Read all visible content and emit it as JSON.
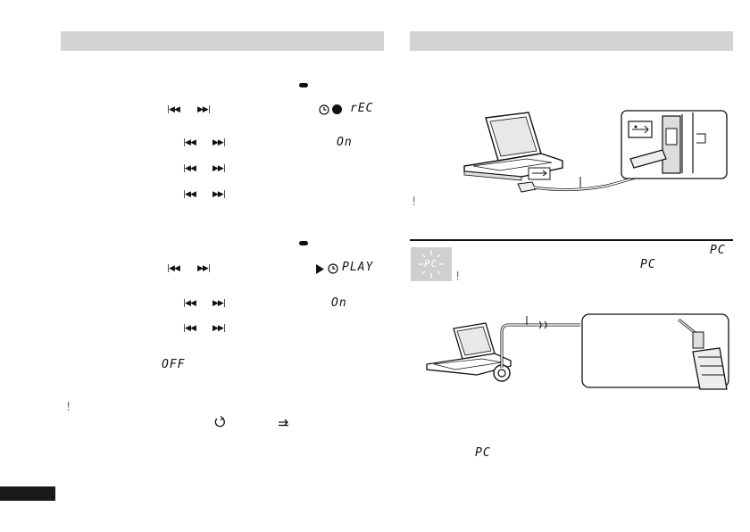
{
  "left": {
    "step1": {
      "buttons": [
        "|◀◀",
        "▶▶|"
      ],
      "icons": [
        "clock-icon",
        "record-dot-icon"
      ],
      "display": "rEC",
      "confirm": "On"
    },
    "step2": {
      "buttons": [
        "|◀◀",
        "▶▶|"
      ],
      "icons": [
        "play-triangle-icon",
        "clock-icon"
      ],
      "display": "PLAY",
      "confirm": "On"
    },
    "off_display": "OFF",
    "note_mark": "!",
    "repeat_icon": "repeat-icon",
    "enter_icon": "enter-icon"
  },
  "right": {
    "note_mark": "!",
    "pc_display": "PC",
    "bottom_display": "PC"
  },
  "colors": {
    "header_bar": "#d4d4d4",
    "tab": "#1a1a1a",
    "note": "#777777"
  }
}
